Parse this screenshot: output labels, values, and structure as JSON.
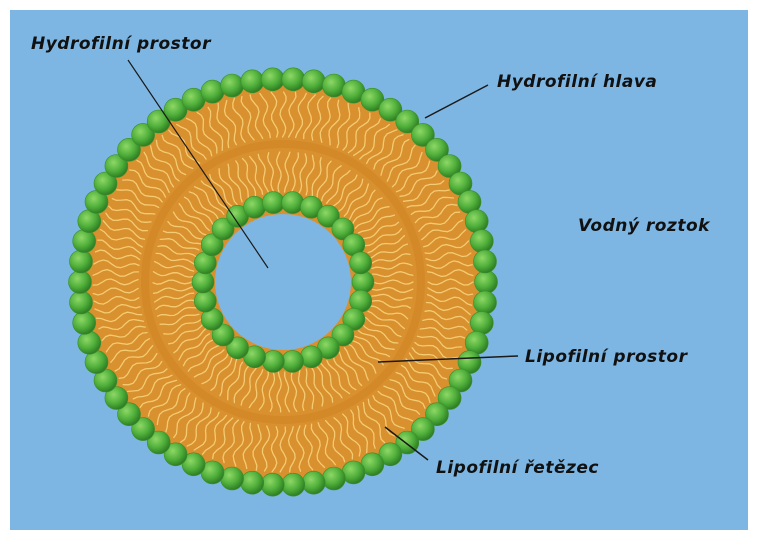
{
  "colors": {
    "water": "#7db6e3",
    "lipid_core": "#d9902e",
    "tail": "#f6d27a",
    "head": "#4fae3a",
    "head_highlight": "#86d35e",
    "label": "#111111"
  },
  "labels": {
    "hydrophilic_space": "Hydrofilní prostor",
    "hydrophilic_head": "Hydrofilní hlava",
    "aqueous_solution": "Vodný roztok",
    "lipophilic_space": "Lipofilní prostor",
    "lipophilic_chain": "Lipofilní řetězec"
  }
}
